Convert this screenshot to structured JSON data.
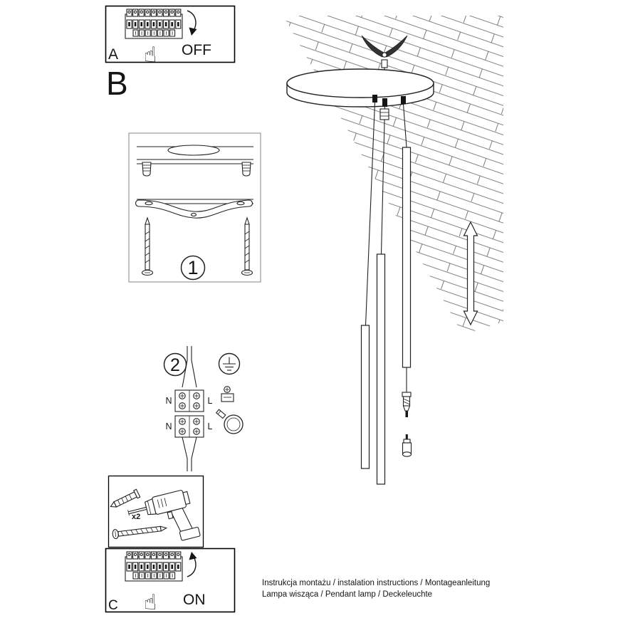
{
  "sheet": {
    "panel_a": {
      "letter": "A",
      "state": "OFF"
    },
    "section_b": {
      "letter": "B"
    },
    "step1": {
      "number": "1"
    },
    "step2": {
      "number": "2",
      "terminals": {
        "row1_left": "N",
        "row1_right": "L",
        "row2_left": "N",
        "row2_right": "L"
      }
    },
    "tools": {
      "anchor_qty": "x2"
    },
    "panel_c": {
      "letter": "C",
      "state": "ON"
    },
    "footer": {
      "line1": "Instrukcja montażu / instalation instructions / Montageanleitung",
      "line2": "Lampa wisząca / Pendant lamp / Deckeleuchte"
    },
    "icons": {
      "hand": "☝"
    },
    "colors": {
      "ink": "#151515",
      "frame": "#000000",
      "light_frame": "#8f8f8f"
    }
  }
}
